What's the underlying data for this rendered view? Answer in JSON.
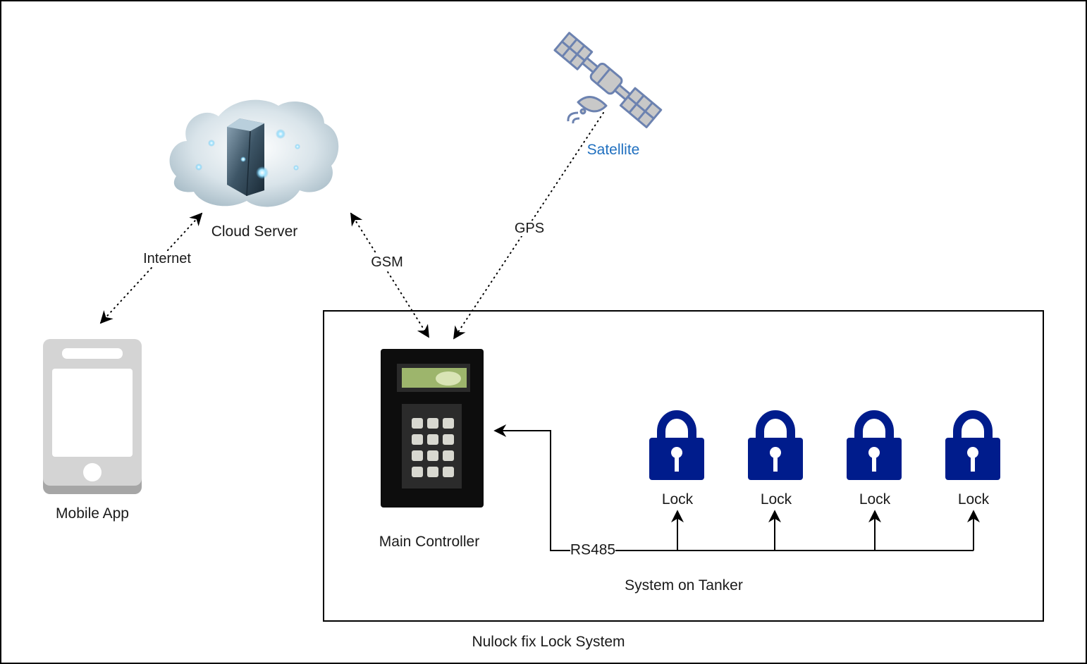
{
  "diagram": {
    "title": "Nulock fix Lock System",
    "colors": {
      "satellite_label": "#1f6fbf",
      "lock_fill": "#001c8c",
      "phone_gray": "#d4d4d4",
      "phone_shadow": "#a6a6a6",
      "satellite_body": "#c8c8c8",
      "satellite_stroke": "#6c82b0"
    },
    "nodes": {
      "cloud_server": {
        "label": "Cloud Server",
        "icon": "cloud-server-icon"
      },
      "satellite": {
        "label": "Satellite",
        "icon": "satellite-icon"
      },
      "mobile_app": {
        "label": "Mobile App",
        "icon": "smartphone-icon"
      },
      "main_controller": {
        "label": "Main Controller",
        "icon": "keypad-controller-icon"
      },
      "locks": [
        {
          "label": "Lock",
          "icon": "padlock-icon"
        },
        {
          "label": "Lock",
          "icon": "padlock-icon"
        },
        {
          "label": "Lock",
          "icon": "padlock-icon"
        },
        {
          "label": "Lock",
          "icon": "padlock-icon"
        }
      ]
    },
    "groups": {
      "tanker": {
        "label": "System on Tanker"
      }
    },
    "edges": [
      {
        "from": "mobile_app",
        "to": "cloud_server",
        "label": "Internet",
        "style": "dotted",
        "arrows": "both"
      },
      {
        "from": "main_controller",
        "to": "cloud_server",
        "label": "GSM",
        "style": "dotted",
        "arrows": "both"
      },
      {
        "from": "satellite",
        "to": "main_controller",
        "label": "GPS",
        "style": "dotted",
        "arrows": "end"
      },
      {
        "from": "locks",
        "to": "main_controller",
        "label": "RS485",
        "style": "solid",
        "arrows": "end"
      }
    ]
  }
}
